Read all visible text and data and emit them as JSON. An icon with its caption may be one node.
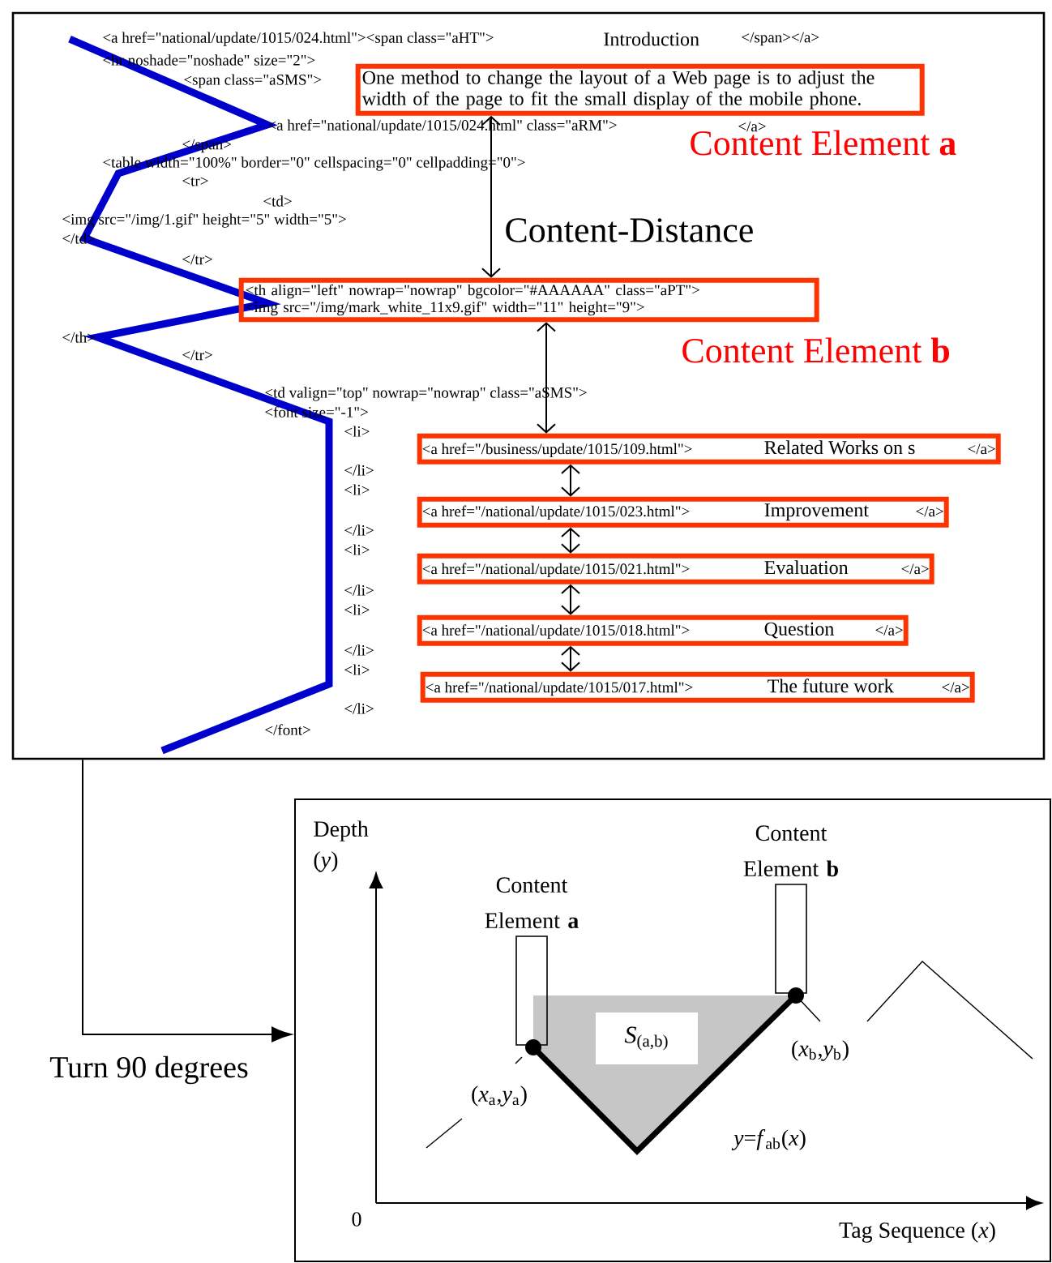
{
  "diagram": {
    "nodes": [
      {
        "text": [],
        "shape": "box"
      },
      {
        "text": [
          "One method to change the layout of a Web page is to adjust the width of the page to fit the small display of the mobile phone."
        ],
        "in": 0,
        "beside": [
          "Content Element **a**"
        ]
      },
      {
        "text": [
          "<th align=\"left\" nowrap=\"nowrap\" bgcolor=\"#AAAAAA\" class=\"aPT\">",
          "<img src=\"/img/mark_white_11x9.gif\" width=\"11\" height=\"9\">"
        ],
        "in": 0,
        "beside": [
          "Content Element **b**"
        ]
      },
      {
        "text": [
          "<a href=\"/business/update/1015/109.html\">",
          "Related Works on s",
          "</a>"
        ],
        "in": 0
      },
      {
        "text": [
          "<a href=\"/national/update/1015/023.html\">",
          "Improvement",
          "</a>"
        ],
        "in": 0
      },
      {
        "text": [
          "<a href=\"/national/update/1015/021.html\">",
          "Evaluation",
          "</a>"
        ],
        "in": 0
      },
      {
        "text": [
          "<a href=\"/national/update/1015/018.html\">",
          "Question",
          "</a>"
        ],
        "in": 0
      },
      {
        "text": [
          "<a href=\"/national/update/1015/017.html\">",
          "The future work",
          "</a>"
        ],
        "in": 0
      },
      {
        "text": [],
        "shape": "box"
      },
      {
        "text": [
          "Content Element **a**"
        ],
        "in": 8
      },
      {
        "text": [
          "Content Element **b**"
        ],
        "in": 8
      },
      {
        "text": [
          "*S*$_{(a,b)}$"
        ],
        "in": 8
      }
    ],
    "edges": [
      {
        "from": 1,
        "to": 2,
        "arrow": "both",
        "label": "Content-Distance"
      },
      {
        "from": 2,
        "to": 3,
        "arrow": "both"
      },
      {
        "from": 3,
        "to": 4,
        "arrow": "both"
      },
      {
        "from": 4,
        "to": 5,
        "arrow": "both"
      },
      {
        "from": 5,
        "to": 6,
        "arrow": "both"
      },
      {
        "from": 6,
        "to": 7,
        "arrow": "both"
      },
      {
        "from": 0,
        "to": 8,
        "arrow": "to",
        "label": "Turn 90 degrees"
      }
    ],
    "labels": [
      "<a href=\"national/update/1015/024.html\"><span class=\"aHT\">",
      "Introduction",
      "</span></a>",
      "<hr noshade=\"noshade\" size=\"2\">",
      "<span class=\"aSMS\">",
      "<a href=\"national/update/1015/024.html\" class=\"aRM\">",
      "</a>",
      "</span>",
      "<table width=\"100%\" border=\"0\" cellspacing=\"0\" cellpadding=\"0\">",
      "<tr>",
      "<td>",
      "<img src=\"/img/1.gif\" height=\"5\" width=\"5\">",
      "</td>",
      "</tr>",
      "</th>",
      "</tr>",
      "<td valign=\"top\" nowrap=\"nowrap\" class=\"aSMS\">",
      "<font size=\"-1\">",
      "<li>",
      "</li>",
      "<li>",
      "</li>",
      "<li>",
      "</li>",
      "<li>",
      "</li>",
      "<li>",
      "</li>",
      "</font>",
      "Depth (*y*)",
      "0",
      "Tag Sequence (*x*)",
      "(*x*$_{a}$,*y*$_{a}$)",
      "(*x*$_{b}$,*y*$_{b}$)",
      "*y*=*f*$_{ab}$(*x*)"
    ]
  }
}
